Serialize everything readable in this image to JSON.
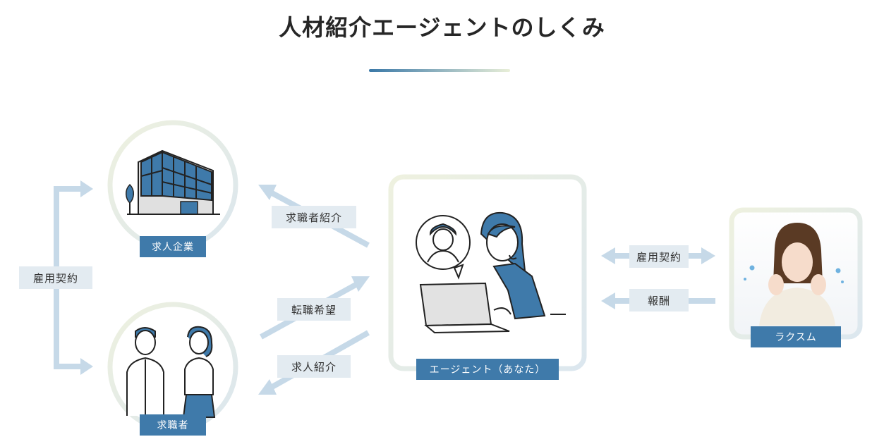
{
  "title": "人材紹介エージェントのしくみ",
  "nodes": {
    "company": "求人企業",
    "jobseeker": "求職者",
    "agent": "エージェント（あなた）",
    "rakusumu": "ラクスム"
  },
  "labels": {
    "employment_contract_left": "雇用契約",
    "candidate_intro": "求職者紹介",
    "job_change_wish": "転職希望",
    "job_intro": "求人紹介",
    "employment_contract_right": "雇用契約",
    "reward": "報酬"
  },
  "colors": {
    "brand_blue": "#3f7aaa",
    "arrow_blue": "#c6d9e8",
    "tag_bg": "#e3ebf1"
  }
}
